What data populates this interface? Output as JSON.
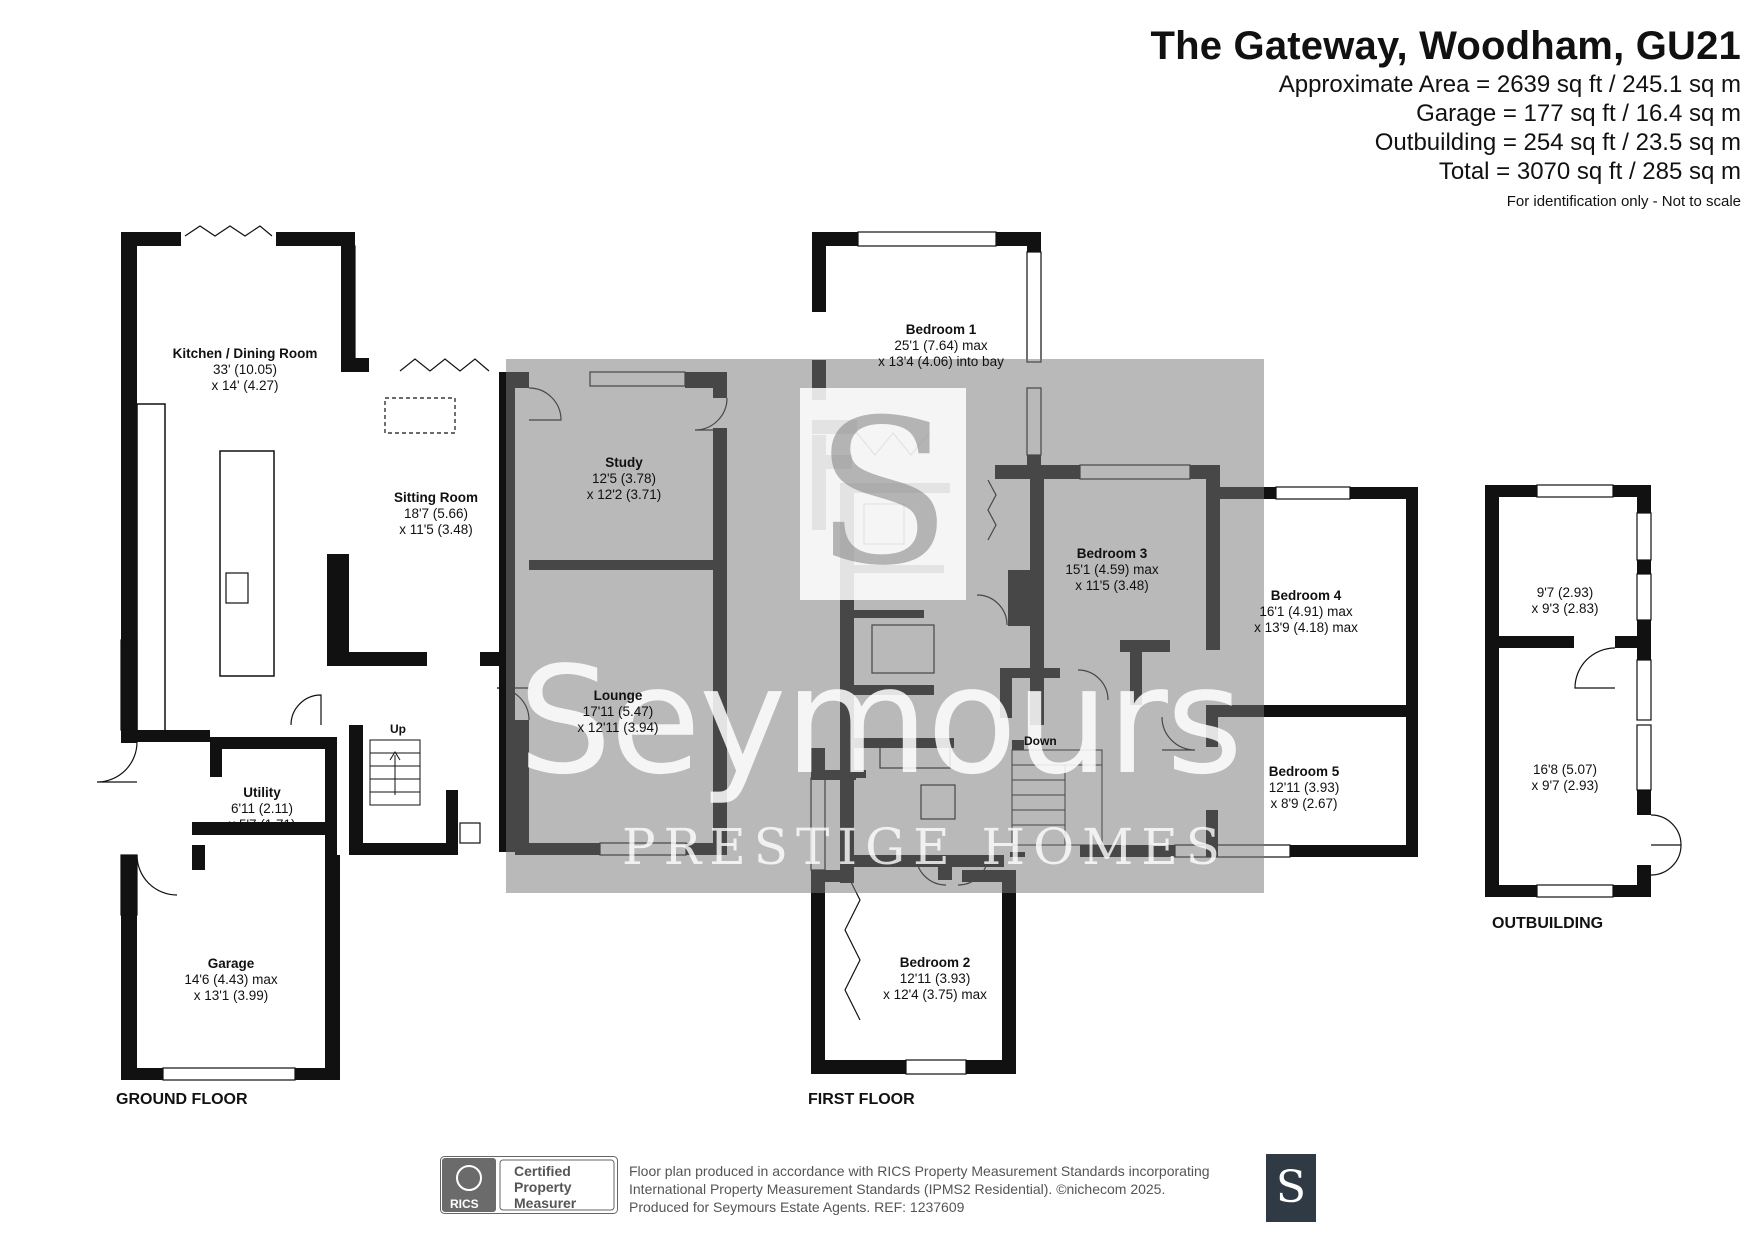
{
  "header": {
    "title": "The Gateway, Woodham, GU21",
    "area_approx": "Approximate Area = 2639 sq ft / 245.1 sq m",
    "area_garage": "Garage = 177 sq ft / 16.4 sq m",
    "area_outbuilding": "Outbuilding = 254 sq ft / 23.5 sq m",
    "area_total": "Total = 3070 sq ft / 285 sq m",
    "note": "For identification only - Not to scale"
  },
  "rooms": {
    "kitchen": {
      "name": "Kitchen / Dining Room",
      "d1": "33' (10.05)",
      "d2": "x 14' (4.27)"
    },
    "sitting": {
      "name": "Sitting Room",
      "d1": "18'7 (5.66)",
      "d2": "x 11'5 (3.48)"
    },
    "study": {
      "name": "Study",
      "d1": "12'5 (3.78)",
      "d2": "x 12'2 (3.71)"
    },
    "lounge": {
      "name": "Lounge",
      "d1": "17'11 (5.47)",
      "d2": "x 12'11 (3.94)"
    },
    "utility": {
      "name": "Utility",
      "d1": "6'11 (2.11)",
      "d2": "x 5'7 (1.71)"
    },
    "garage": {
      "name": "Garage",
      "d1": "14'6 (4.43) max",
      "d2": "x 13'1 (3.99)"
    },
    "bed1": {
      "name": "Bedroom 1",
      "d1": "25'1 (7.64) max",
      "d2": "x 13'4 (4.06) into bay"
    },
    "bed2": {
      "name": "Bedroom 2",
      "d1": "12'11 (3.93)",
      "d2": "x 12'4 (3.75) max"
    },
    "bed3": {
      "name": "Bedroom 3",
      "d1": "15'1 (4.59) max",
      "d2": "x 11'5 (3.48)"
    },
    "bed4": {
      "name": "Bedroom 4",
      "d1": "16'1 (4.91) max",
      "d2": "x 13'9 (4.18) max"
    },
    "bed5": {
      "name": "Bedroom 5",
      "d1": "12'11 (3.93)",
      "d2": "x 8'9 (2.67)"
    },
    "out1": {
      "d1": "9'7 (2.93)",
      "d2": "x 9'3 (2.83)"
    },
    "out2": {
      "d1": "16'8 (5.07)",
      "d2": "x 9'7 (2.93)"
    }
  },
  "labels": {
    "up": "Up",
    "down": "Down",
    "ground_floor": "GROUND FLOOR",
    "first_floor": "FIRST FLOOR",
    "outbuilding": "OUTBUILDING"
  },
  "watermark": {
    "logo_letter": "S",
    "brand": "Seymours",
    "sub": "PRESTIGE HOMES"
  },
  "footer": {
    "rics_line1": "Certified",
    "rics_line2": "Property",
    "rics_line3": "Measurer",
    "rics_brand": "RICS",
    "line1": "Floor plan produced in accordance with RICS Property Measurement Standards incorporating",
    "line2": "International Property Measurement Standards (IPMS2 Residential).  ©nichecom 2025.",
    "line3": "Produced for Seymours Estate Agents.   REF: 1237609",
    "logo_letter": "S"
  },
  "colors": {
    "wall": "#111111",
    "watermark": "#787878",
    "logo_bg": "#2f3a45"
  }
}
